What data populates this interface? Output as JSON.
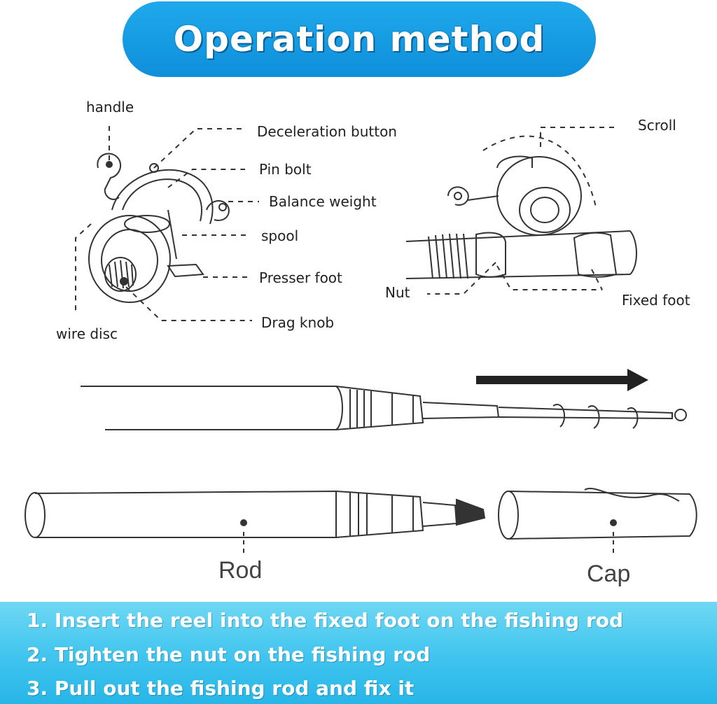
{
  "title": "Operation method",
  "reel_labels": {
    "handle": "handle",
    "deceleration_button": "Deceleration button",
    "pin_bolt": "Pin bolt",
    "balance_weight": "Balance weight",
    "spool": "spool",
    "presser_foot": "Presser foot",
    "drag_knob": "Drag knob",
    "wire_disc": "wire disc"
  },
  "mount_labels": {
    "scroll": "Scroll",
    "nut": "Nut",
    "fixed_foot": "Fixed foot"
  },
  "rod_labels": {
    "rod": "Rod",
    "cap": "Cap"
  },
  "steps": [
    "1. Insert the reel into the fixed foot on the fishing rod",
    "2. Tighten the nut on the fishing rod",
    "3. Pull out the fishing rod and fix it"
  ],
  "colors": {
    "title_bg": "#1fa9ec",
    "steps_bg": "#3fc4ee",
    "step_text": "#ffffff"
  }
}
